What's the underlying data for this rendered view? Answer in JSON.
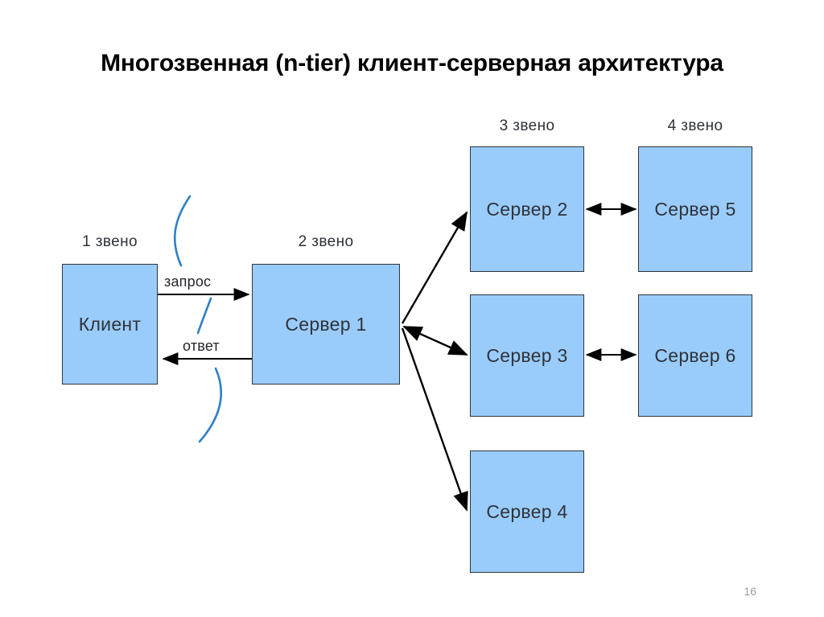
{
  "slide": {
    "title": "Многозвенная (n-tier) клиент-серверная архитектура",
    "page_number": "16",
    "background_color": "#ffffff"
  },
  "theme": {
    "node_fill": "#99ccfb",
    "node_border": "#31343b",
    "text_color": "#30333a",
    "arrow_color": "#000000",
    "accent_curve_color": "#2f7fc4",
    "page_number_color": "#9b9b9b"
  },
  "tiers": [
    {
      "id": "tier-1",
      "label": "1 звено"
    },
    {
      "id": "tier-2",
      "label": "2 звено"
    },
    {
      "id": "tier-3",
      "label": "3 звено"
    },
    {
      "id": "tier-4",
      "label": "4 звено"
    }
  ],
  "nodes": [
    {
      "id": "client",
      "label": "Клиент",
      "tier": "1 звено"
    },
    {
      "id": "server1",
      "label": "Сервер 1",
      "tier": "2 звено"
    },
    {
      "id": "server2",
      "label": "Сервер 2",
      "tier": "3 звено"
    },
    {
      "id": "server3",
      "label": "Сервер 3",
      "tier": "3 звено"
    },
    {
      "id": "server4",
      "label": "Сервер 4",
      "tier": "3 звено"
    },
    {
      "id": "server5",
      "label": "Сервер 5",
      "tier": "4 звено"
    },
    {
      "id": "server6",
      "label": "Сервер 6",
      "tier": "4 звено"
    }
  ],
  "edges": [
    {
      "id": "edge-request",
      "from": "client",
      "to": "server1",
      "label": "запрос",
      "direction": "forward"
    },
    {
      "id": "edge-response",
      "from": "server1",
      "to": "client",
      "label": "ответ",
      "direction": "forward"
    },
    {
      "id": "edge-s1-s2",
      "from": "server1",
      "to": "server2",
      "label": "",
      "direction": "forward"
    },
    {
      "id": "edge-s1-s3",
      "from": "server1",
      "to": "server3",
      "label": "",
      "direction": "both"
    },
    {
      "id": "edge-s1-s4",
      "from": "server1",
      "to": "server4",
      "label": "",
      "direction": "forward"
    },
    {
      "id": "edge-s2-s5",
      "from": "server2",
      "to": "server5",
      "label": "",
      "direction": "both"
    },
    {
      "id": "edge-s3-s6",
      "from": "server3",
      "to": "server6",
      "label": "",
      "direction": "both"
    }
  ]
}
